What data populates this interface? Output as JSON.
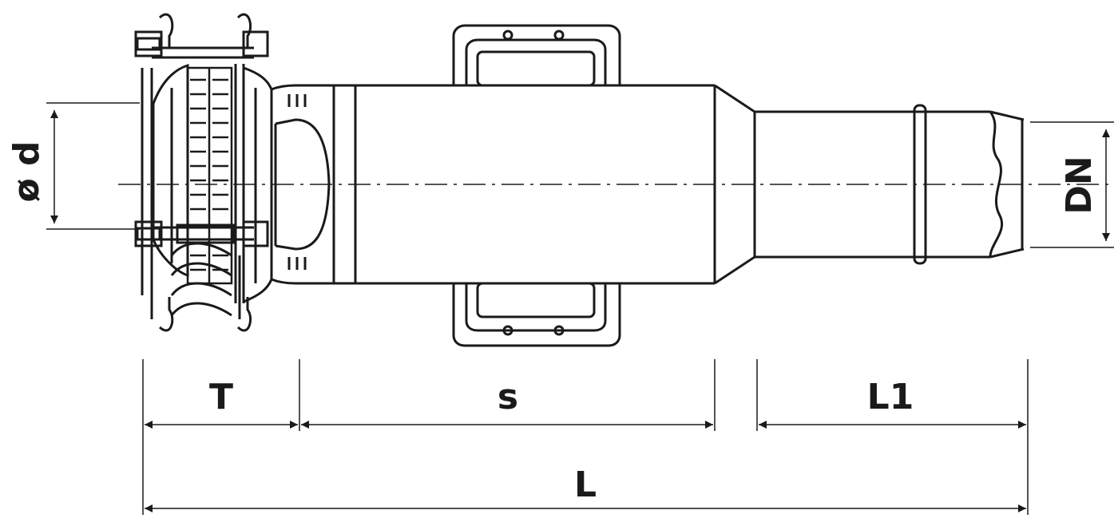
{
  "labels": {
    "diameter": "ø d",
    "nominal": "DN",
    "socket_depth": "T",
    "spigot": "s",
    "insertion": "L1",
    "overall": "L"
  },
  "colors": {
    "line": "#1a1a1a",
    "background": "#ffffff"
  }
}
